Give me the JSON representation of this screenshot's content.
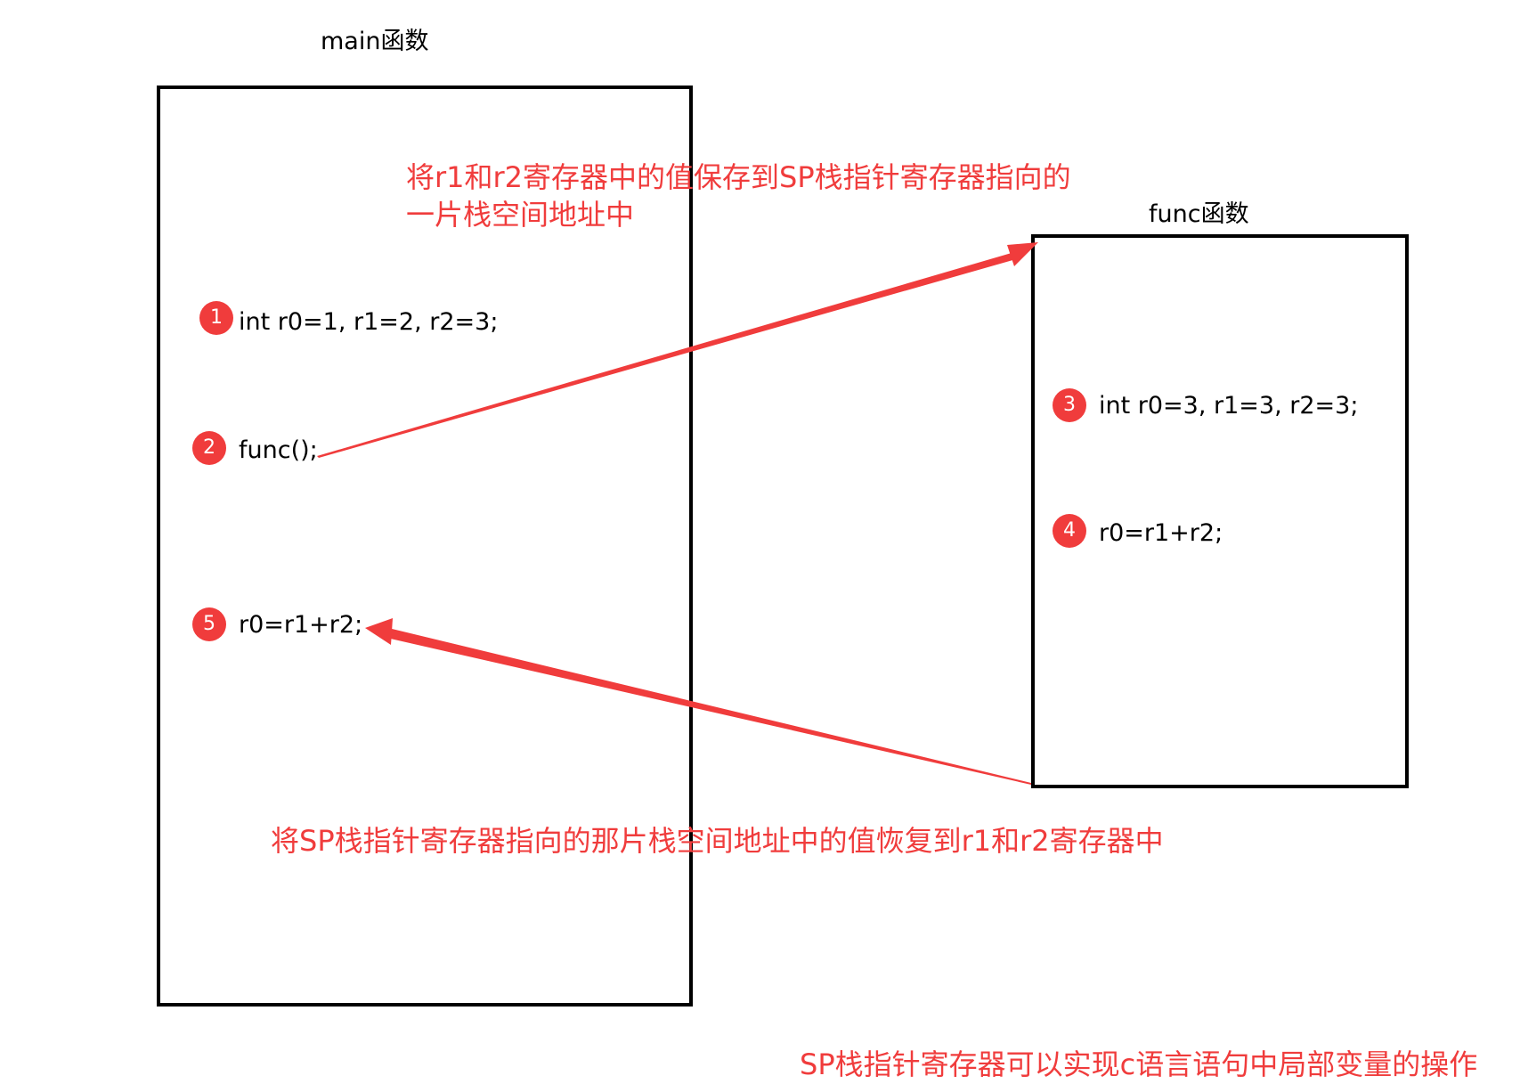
{
  "colors": {
    "accent": "#f03c3c",
    "frame": "#000000",
    "background": "#ffffff"
  },
  "main": {
    "title": "main函数",
    "steps": [
      {
        "number": "1",
        "code": "int r0=1, r1=2, r2=3;"
      },
      {
        "number": "2",
        "code": "func();"
      },
      {
        "number": "5",
        "code": "r0=r1+r2;"
      }
    ]
  },
  "func": {
    "title": "func函数",
    "steps": [
      {
        "number": "3",
        "code": "int r0=3, r1=3, r2=3;"
      },
      {
        "number": "4",
        "code": "r0=r1+r2;"
      }
    ]
  },
  "annotations": {
    "save_line1": "将r1和r2寄存器中的值保存到SP栈指针寄存器指向的",
    "save_line2": "一片栈空间地址中",
    "restore": "将SP栈指针寄存器指向的那片栈空间地址中的值恢复到r1和r2寄存器中",
    "summary": "SP栈指针寄存器可以实现c语言语句中局部变量的操作"
  }
}
